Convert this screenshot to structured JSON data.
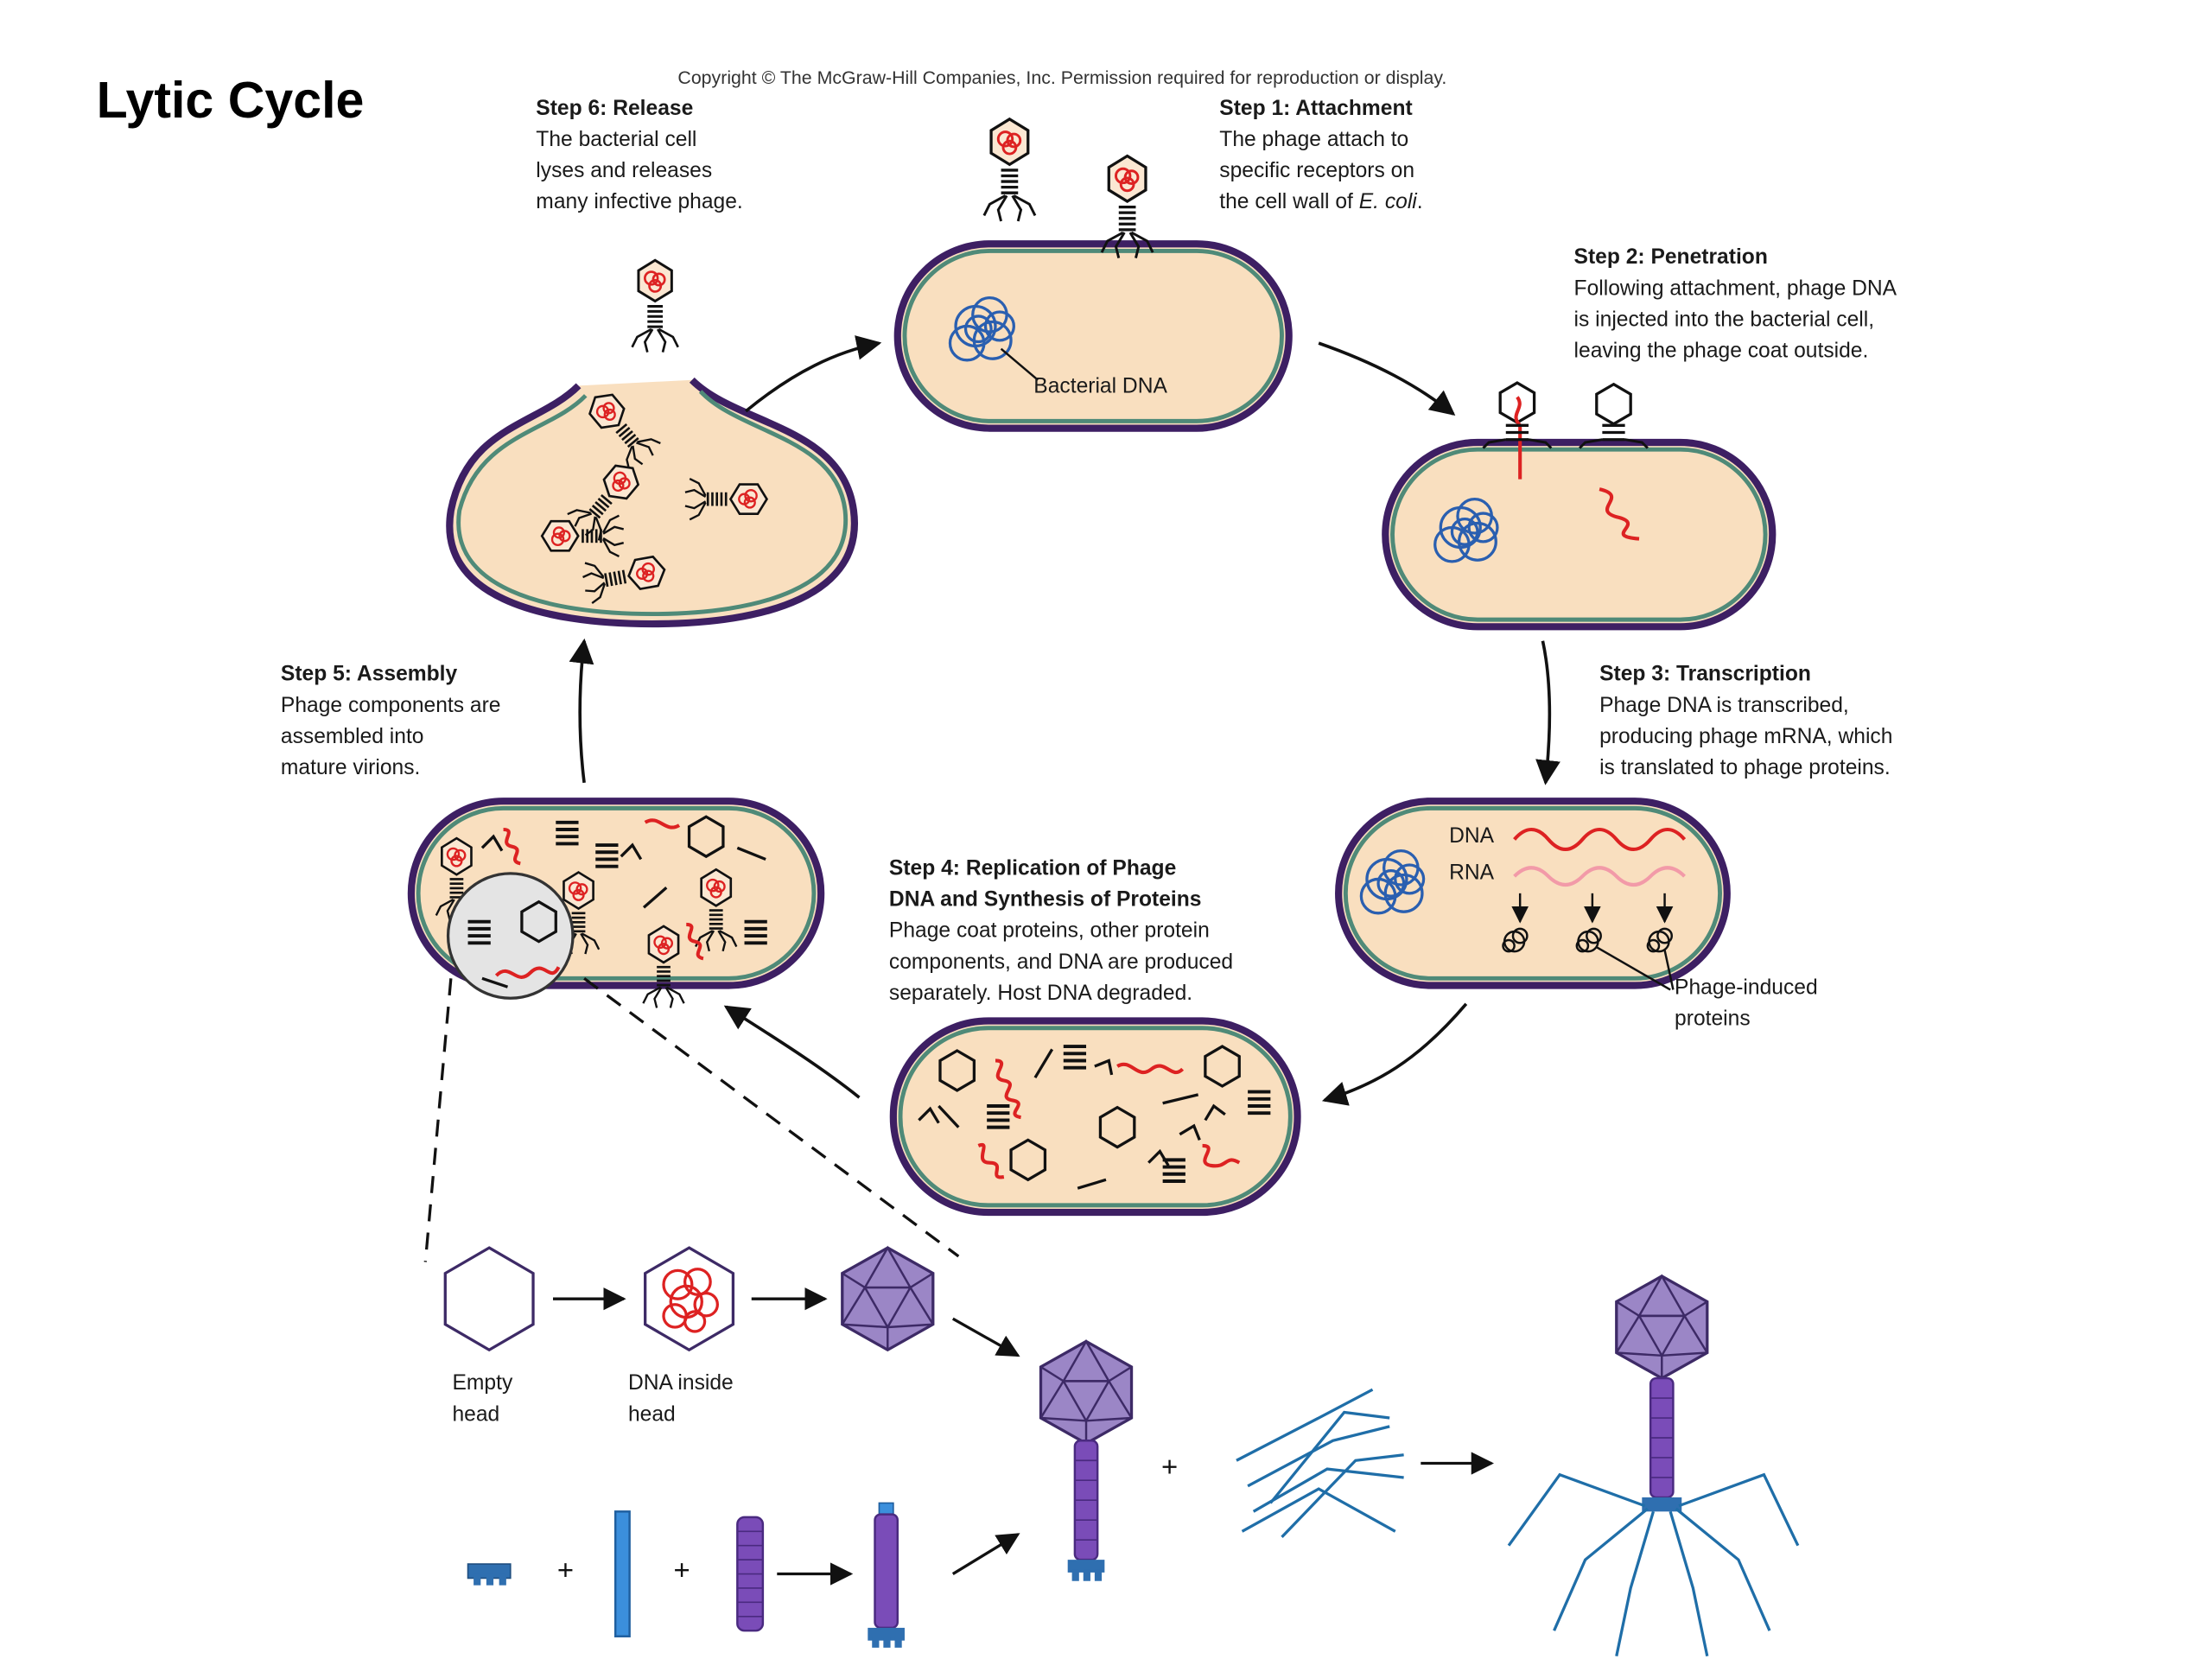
{
  "title": "Lytic Cycle",
  "copyright": "Copyright © The McGraw-Hill Companies, Inc. Permission required for reproduction or display.",
  "steps": [
    {
      "title": "Step 1: Attachment",
      "lines": [
        "The phage attach to",
        "specific receptors on",
        "the cell wall of "
      ],
      "italic": "E. coli",
      "tail": "."
    },
    {
      "title": "Step 2: Penetration",
      "lines": [
        "Following attachment, phage DNA",
        "is injected into the bacterial cell,",
        "leaving the phage coat outside."
      ]
    },
    {
      "title": "Step 3: Transcription",
      "lines": [
        "Phage DNA is transcribed,",
        "producing phage mRNA, which",
        "is translated to phage proteins."
      ]
    },
    {
      "title": "Step 4: Replication of Phage",
      "title2": "DNA and Synthesis of Proteins",
      "lines": [
        "Phage coat proteins, other protein",
        "components, and DNA are produced",
        "separately. Host DNA degraded."
      ]
    },
    {
      "title": "Step 5: Assembly",
      "lines": [
        "Phage components are",
        "assembled into",
        "mature virions."
      ]
    },
    {
      "title": "Step 6: Release",
      "lines": [
        "The bacterial cell",
        "lyses and releases",
        "many infective phage."
      ]
    }
  ],
  "labels": {
    "bacterial_dna": "Bacterial DNA",
    "dna": "DNA",
    "rna": "RNA",
    "phage_proteins_1": "Phage-induced",
    "phage_proteins_2": "proteins",
    "empty_head_1": "Empty",
    "empty_head_2": "head",
    "dna_head_1": "DNA inside",
    "dna_head_2": "head",
    "plus": "+"
  },
  "colors": {
    "cytoplasm": "#f9dfbf",
    "cell_wall_inner": "#4f8a78",
    "cell_wall_outer": "#3d1f63",
    "bacterial_dna": "#2a5fb0",
    "phage_dna": "#dd2222",
    "mrna": "#f29aa8",
    "capsid": "#9b86c6",
    "tail": "#6a3fa6",
    "tail_fiber": "#1f6ea8"
  }
}
